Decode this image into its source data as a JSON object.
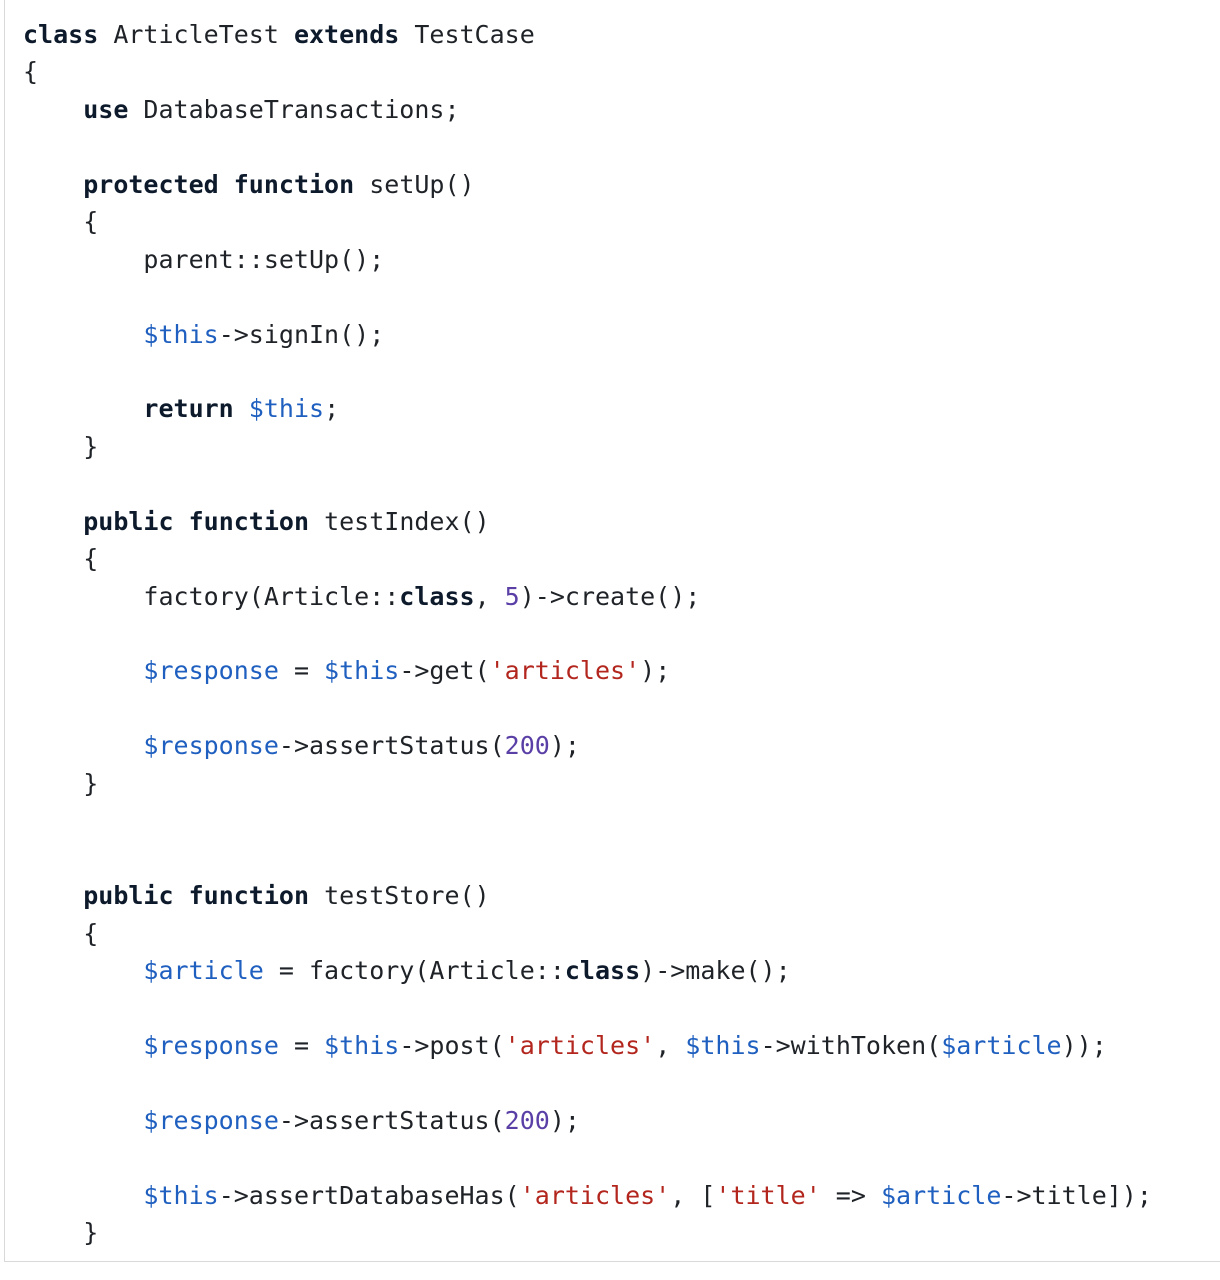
{
  "code": {
    "language": "php",
    "lines": [
      [
        {
          "t": "class",
          "c": "kw"
        },
        {
          "t": " ArticleTest "
        },
        {
          "t": "extends",
          "c": "kw"
        },
        {
          "t": " TestCase"
        }
      ],
      [
        {
          "t": "{"
        }
      ],
      [
        {
          "t": "    "
        },
        {
          "t": "use",
          "c": "kw"
        },
        {
          "t": " DatabaseTransactions;"
        }
      ],
      [],
      [
        {
          "t": "    "
        },
        {
          "t": "protected",
          "c": "kw"
        },
        {
          "t": " "
        },
        {
          "t": "function",
          "c": "kw"
        },
        {
          "t": " setUp()"
        }
      ],
      [
        {
          "t": "    {"
        }
      ],
      [
        {
          "t": "        parent::setUp();"
        }
      ],
      [],
      [
        {
          "t": "        "
        },
        {
          "t": "$this",
          "c": "var"
        },
        {
          "t": "->signIn();"
        }
      ],
      [],
      [
        {
          "t": "        "
        },
        {
          "t": "return",
          "c": "kw"
        },
        {
          "t": " "
        },
        {
          "t": "$this",
          "c": "var"
        },
        {
          "t": ";"
        }
      ],
      [
        {
          "t": "    }"
        }
      ],
      [],
      [
        {
          "t": "    "
        },
        {
          "t": "public",
          "c": "kw"
        },
        {
          "t": " "
        },
        {
          "t": "function",
          "c": "kw"
        },
        {
          "t": " testIndex()"
        }
      ],
      [
        {
          "t": "    {"
        }
      ],
      [
        {
          "t": "        factory(Article::"
        },
        {
          "t": "class",
          "c": "kw"
        },
        {
          "t": ", "
        },
        {
          "t": "5",
          "c": "num"
        },
        {
          "t": ")->create();"
        }
      ],
      [],
      [
        {
          "t": "        "
        },
        {
          "t": "$response",
          "c": "var"
        },
        {
          "t": " = "
        },
        {
          "t": "$this",
          "c": "var"
        },
        {
          "t": "->get("
        },
        {
          "t": "'articles'",
          "c": "str"
        },
        {
          "t": ");"
        }
      ],
      [],
      [
        {
          "t": "        "
        },
        {
          "t": "$response",
          "c": "var"
        },
        {
          "t": "->assertStatus("
        },
        {
          "t": "200",
          "c": "num"
        },
        {
          "t": ");"
        }
      ],
      [
        {
          "t": "    }"
        }
      ],
      [],
      [],
      [
        {
          "t": "    "
        },
        {
          "t": "public",
          "c": "kw"
        },
        {
          "t": " "
        },
        {
          "t": "function",
          "c": "kw"
        },
        {
          "t": " testStore()"
        }
      ],
      [
        {
          "t": "    {"
        }
      ],
      [
        {
          "t": "        "
        },
        {
          "t": "$article",
          "c": "var"
        },
        {
          "t": " = factory(Article::"
        },
        {
          "t": "class",
          "c": "kw"
        },
        {
          "t": ")->make();"
        }
      ],
      [],
      [
        {
          "t": "        "
        },
        {
          "t": "$response",
          "c": "var"
        },
        {
          "t": " = "
        },
        {
          "t": "$this",
          "c": "var"
        },
        {
          "t": "->post("
        },
        {
          "t": "'articles'",
          "c": "str"
        },
        {
          "t": ", "
        },
        {
          "t": "$this",
          "c": "var"
        },
        {
          "t": "->withToken("
        },
        {
          "t": "$article",
          "c": "var"
        },
        {
          "t": "));"
        }
      ],
      [],
      [
        {
          "t": "        "
        },
        {
          "t": "$response",
          "c": "var"
        },
        {
          "t": "->assertStatus("
        },
        {
          "t": "200",
          "c": "num"
        },
        {
          "t": ");"
        }
      ],
      [],
      [
        {
          "t": "        "
        },
        {
          "t": "$this",
          "c": "var"
        },
        {
          "t": "->assertDatabaseHas("
        },
        {
          "t": "'articles'",
          "c": "str"
        },
        {
          "t": ", ["
        },
        {
          "t": "'title'",
          "c": "str"
        },
        {
          "t": " => "
        },
        {
          "t": "$article",
          "c": "var"
        },
        {
          "t": "->title]);"
        }
      ],
      [
        {
          "t": "    }"
        }
      ]
    ]
  },
  "colors": {
    "keyword": "#0d1a2b",
    "variable": "#1f5fbf",
    "string": "#b3261e",
    "number": "#5a3fa6",
    "text": "#1f2328",
    "background": "#ffffff"
  }
}
